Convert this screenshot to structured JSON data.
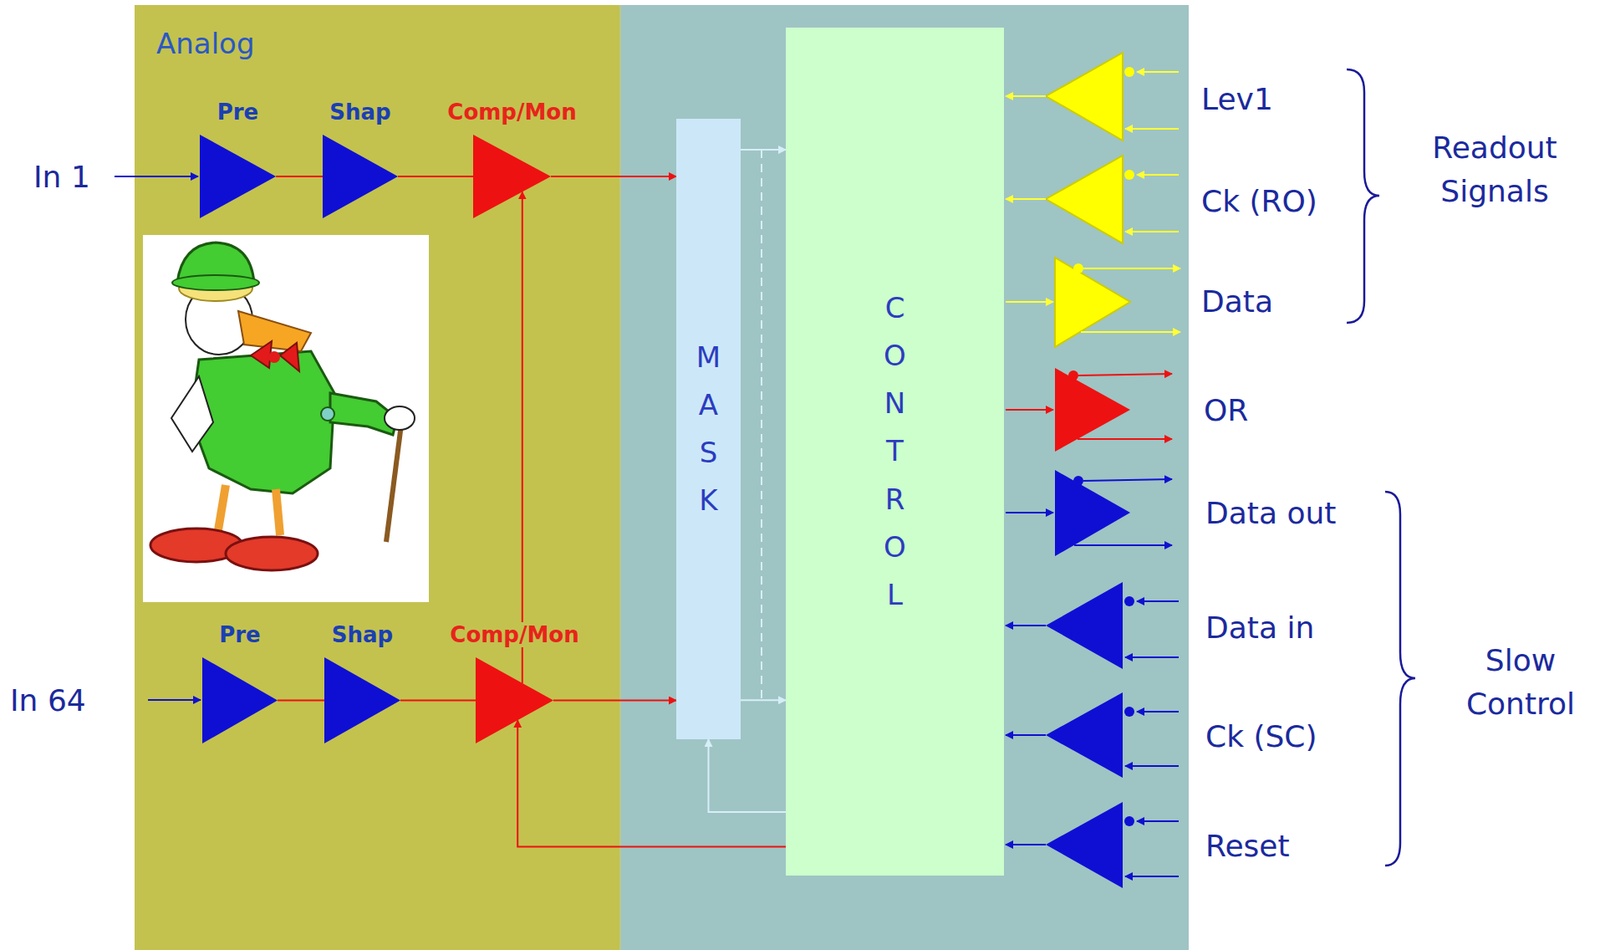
{
  "diagram": {
    "nodes": [
      {
        "text": [
          "Analog"
        ]
      },
      {
        "text": [
          "Pre"
        ],
        "in": 0
      },
      {
        "text": [
          "Shap"
        ],
        "in": 0
      },
      {
        "text": [
          "Comp/Mon"
        ],
        "in": 0
      },
      {
        "text": [
          "Pre"
        ],
        "in": 0
      },
      {
        "text": [
          "Shap"
        ],
        "in": 0
      },
      {
        "text": [
          "Comp/Mon"
        ],
        "in": 0
      },
      {
        "text": [
          "MASK"
        ]
      },
      {
        "text": [
          "CONTROL"
        ]
      }
    ],
    "edges": [
      {
        "from": 1,
        "to": 2,
        "arrow": "none"
      },
      {
        "from": 2,
        "to": 3,
        "arrow": "none"
      },
      {
        "from": 3,
        "to": 7,
        "arrow": "to"
      },
      {
        "from": 4,
        "to": 5,
        "arrow": "none"
      },
      {
        "from": 5,
        "to": 6,
        "arrow": "none"
      },
      {
        "from": 6,
        "to": 7,
        "arrow": "to"
      },
      {
        "from": 6,
        "to": 3,
        "arrow": "to"
      },
      {
        "from": 8,
        "to": 6,
        "arrow": "to"
      },
      {
        "from": 7,
        "to": 8,
        "arrow": "to"
      },
      {
        "from": 7,
        "to": 8,
        "arrow": "to"
      },
      {
        "from": 8,
        "to": 7,
        "arrow": "to"
      }
    ],
    "labels": [
      "In 1",
      "In 64",
      "Lev1",
      "Ck (RO)",
      "Data",
      "OR",
      "Data out",
      "Data in",
      "Ck (SC)",
      "Reset",
      "Readout Signals",
      "Slow Control"
    ]
  }
}
